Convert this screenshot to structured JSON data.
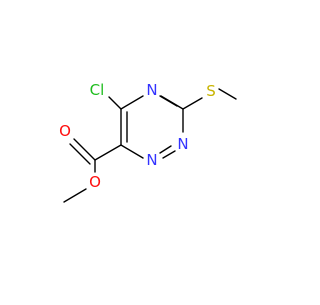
{
  "molecule": {
    "atom_labels": {
      "chlorine": "Cl",
      "n_ring_top": "N",
      "n_ring_lower_right": "N",
      "n_ring_bottom": "N",
      "sulfur": "S",
      "oxygen_carbonyl": "O",
      "oxygen_ester": "O"
    },
    "colors": {
      "bond": "#000000",
      "chlorine": "#1fbd1f",
      "nitrogen": "#3333ff",
      "sulfur": "#c8b400",
      "oxygen": "#ff0d0d"
    }
  }
}
